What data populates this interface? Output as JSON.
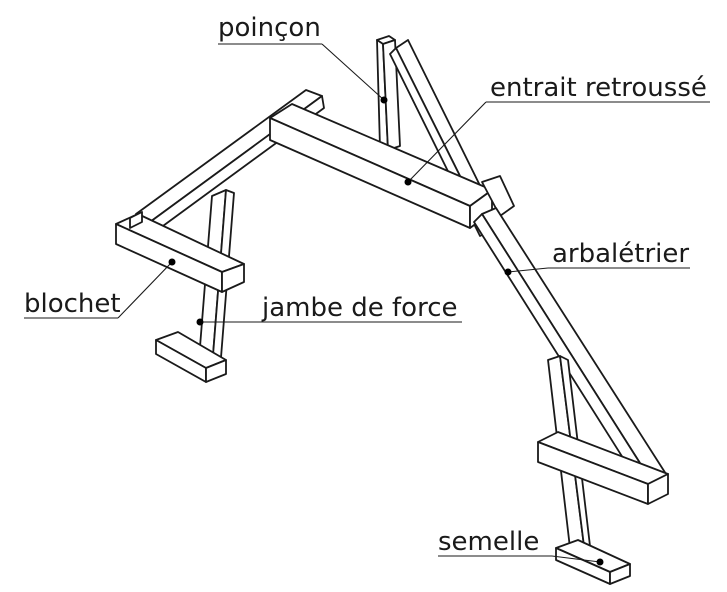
{
  "labels": {
    "poincon": "poinçon",
    "entrait_retrousse": "entrait retroussé",
    "arbaletrier": "arbalétrier",
    "blochet": "blochet",
    "jambe_de_force": "jambe de force",
    "semelle": "semelle"
  },
  "colors": {
    "stroke": "#1a1a1a",
    "fill": "#ffffff",
    "text": "#1a1a1a"
  }
}
